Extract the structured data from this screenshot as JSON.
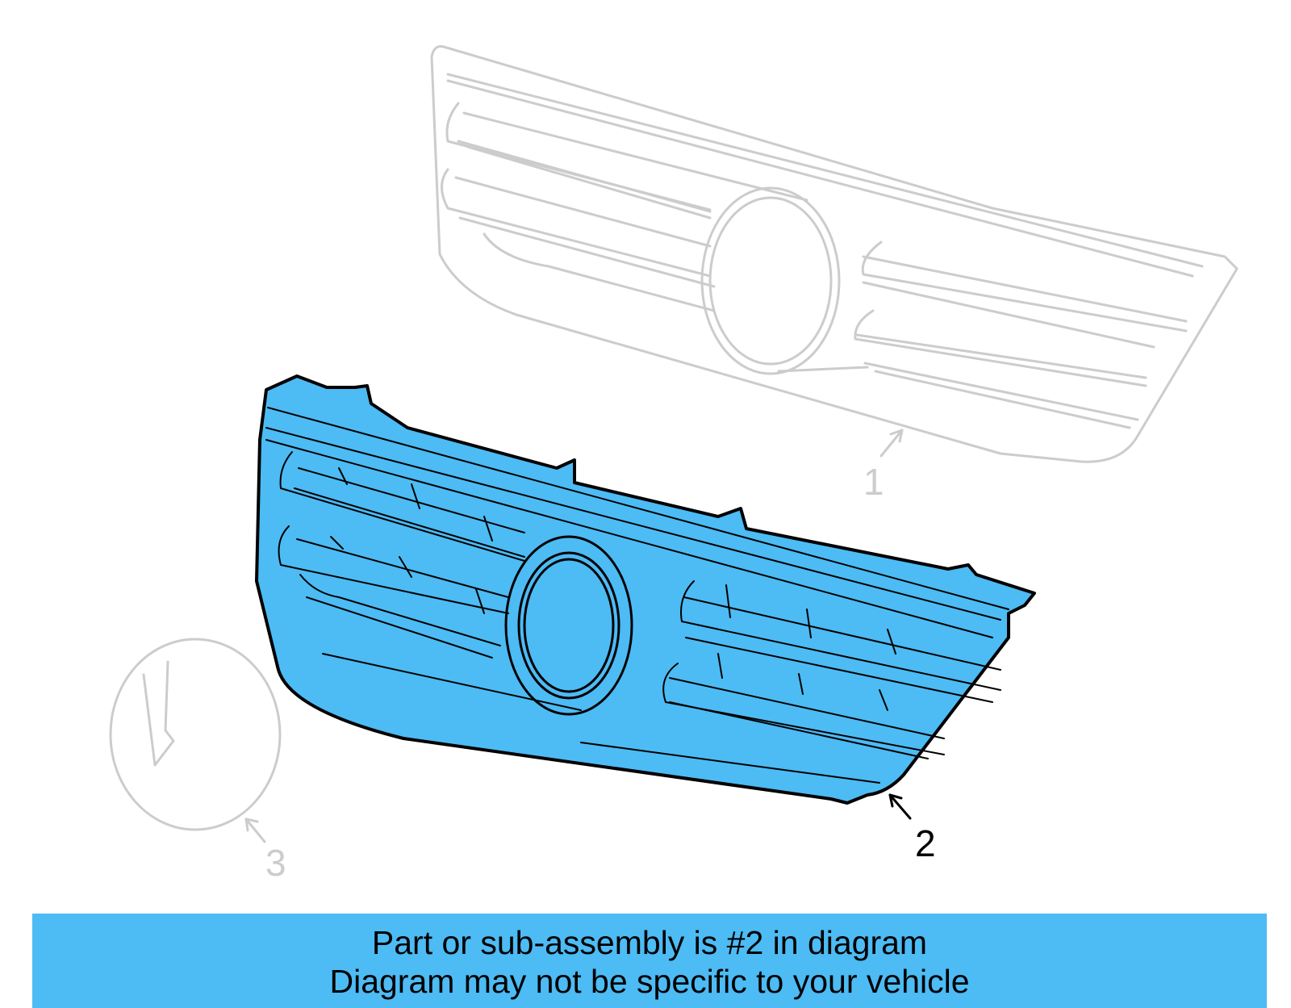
{
  "diagram": {
    "callouts": [
      {
        "number": "1",
        "state": "inactive"
      },
      {
        "number": "2",
        "state": "highlighted"
      },
      {
        "number": "3",
        "state": "inactive"
      }
    ],
    "highlight_color": "#4dbbf4",
    "inactive_line_color": "#cccccc",
    "active_line_color": "#000000"
  },
  "banner": {
    "line1": "Part or sub-assembly is #2 in diagram",
    "line2": "Diagram may not be specific to your vehicle",
    "background": "#4dbbf4"
  }
}
